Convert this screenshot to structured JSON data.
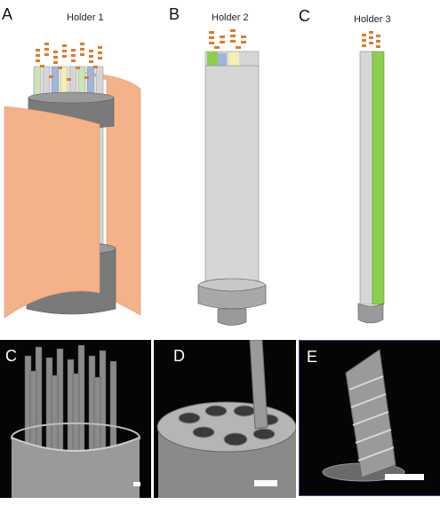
{
  "panels": [
    {
      "letter": "A",
      "title": "Holder 1"
    },
    {
      "letter": "B",
      "title": "Holder 2"
    },
    {
      "letter": "C",
      "title": "Holder 3"
    }
  ],
  "photos": [
    {
      "letter": "C",
      "description_icon": "pillars-in-cylinder"
    },
    {
      "letter": "D",
      "description_icon": "single-pillar-in-holder"
    },
    {
      "letter": "E",
      "description_icon": "single-pillar-close-up"
    }
  ],
  "colors": {
    "copper": "#f3b288",
    "grey": "#7a7a7a",
    "light_grey": "#d6d6d6",
    "green": "#8ccf4f",
    "blue": "#9fb6da",
    "yellow": "#f3efb4",
    "stripe_orange": "#e07a2a"
  }
}
